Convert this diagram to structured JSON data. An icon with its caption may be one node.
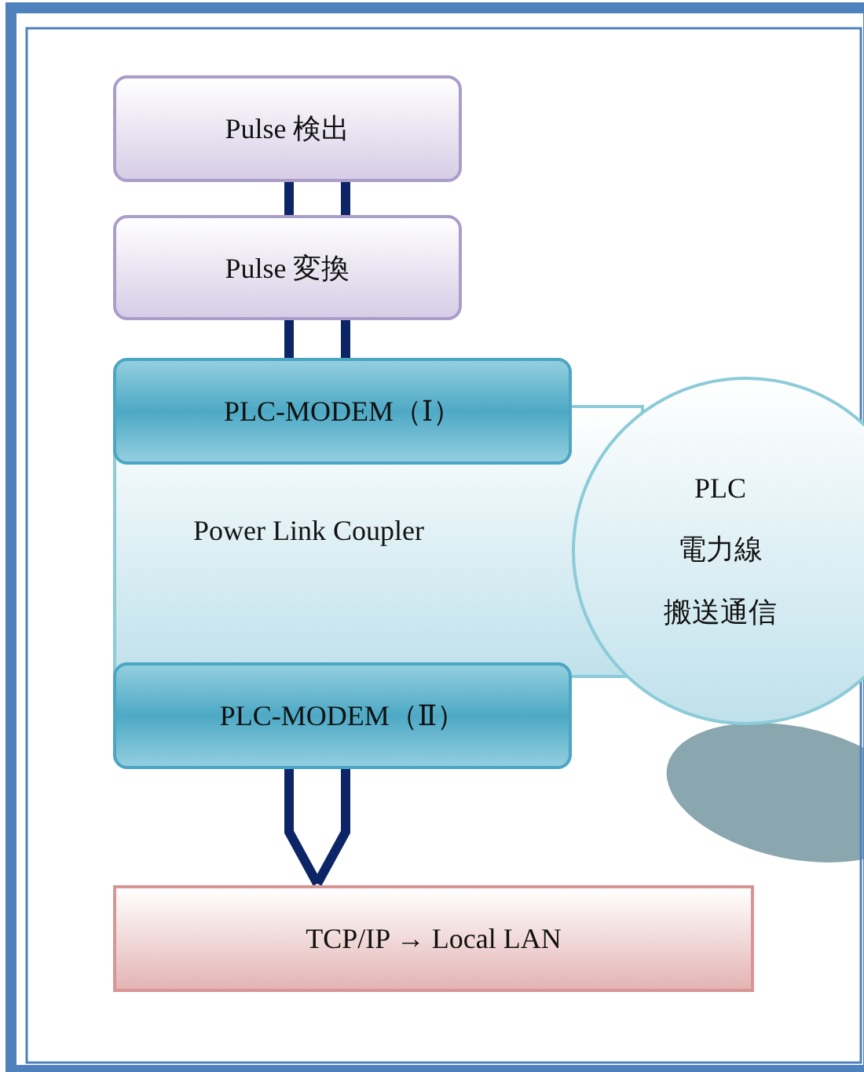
{
  "diagram": {
    "nodes": [
      {
        "text": [
          "Pulse 検出"
        ]
      },
      {
        "text": [
          "Pulse 変換"
        ]
      },
      {
        "text": [
          "PLC-MODEM（Ⅰ）"
        ]
      },
      {
        "text": [
          "Power Link Coupler"
        ]
      },
      {
        "text": [
          "PLC",
          "電力線",
          "搬送通信"
        ]
      },
      {
        "text": [
          "PLC-MODEM（Ⅱ）"
        ]
      },
      {
        "text": [
          "TCP/IP → Local LAN"
        ]
      }
    ],
    "edges": [
      {
        "from": 0,
        "to": 1,
        "arrow": "none"
      },
      {
        "from": 1,
        "to": 2,
        "arrow": "none"
      },
      {
        "from": 5,
        "to": 6,
        "arrow": "none"
      }
    ]
  }
}
